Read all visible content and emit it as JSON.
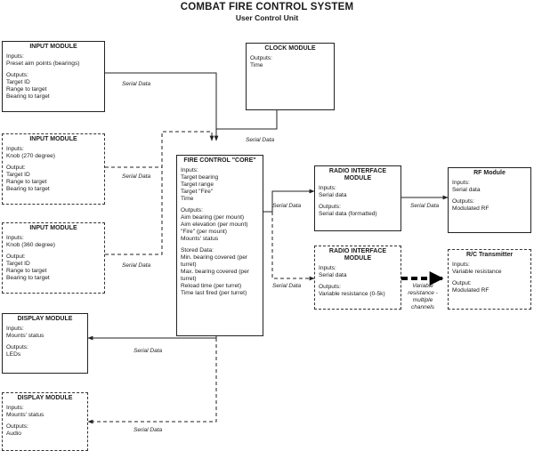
{
  "title": "COMBAT FIRE CONTROL SYSTEM",
  "subtitle": "User Control Unit",
  "modules": {
    "input1": {
      "header": "INPUT MODULE",
      "sections": [
        [
          "Inputs:",
          "Preset aim points (bearings)"
        ],
        [
          "Outputs:",
          "Target ID",
          "Range to target",
          "Bearing to target"
        ]
      ]
    },
    "clock": {
      "header": "CLOCK MODULE",
      "sections": [
        [
          "Outputs:",
          "Time"
        ]
      ]
    },
    "input2": {
      "header": "INPUT MODULE",
      "sections": [
        [
          "Inputs:",
          "Knob (270 degree)"
        ],
        [
          "Output:",
          "Target ID",
          "Range to target",
          "Bearing to target"
        ]
      ]
    },
    "fire_control": {
      "header": "FIRE CONTROL \"CORE\"",
      "sections": [
        [
          "Inputs:",
          "Target bearing",
          "Target range",
          "Target \"Fire\"",
          "Time"
        ],
        [
          "Outputs:",
          "Aim bearing (per mount)",
          "Aim elevation (per mount)",
          "\"Fire\" (per mount)",
          "Mounts' status"
        ],
        [
          "Stored Data:",
          "Min. bearing covered (per turret)",
          "Max. bearing covered (per turret)",
          "Reload time (per turret)",
          "Time last fired (per turret)"
        ]
      ]
    },
    "radio1": {
      "header": "RADIO INTERFACE MODULE",
      "sections": [
        [
          "Inputs:",
          "Serial data"
        ],
        [
          "Outputs:",
          "Serial data (formatted)"
        ]
      ]
    },
    "rf": {
      "header": "RF Module",
      "sections": [
        [
          "Inputs:",
          "Serial data"
        ],
        [
          "Outputs:",
          "Modulated RF"
        ]
      ]
    },
    "input3": {
      "header": "INPUT MODULE",
      "sections": [
        [
          "Inputs:",
          "Knob (360 degree)"
        ],
        [
          "Output:",
          "Target ID",
          "Range to target",
          "Bearing to target"
        ]
      ]
    },
    "radio2": {
      "header": "RADIO INTERFACE MODULE",
      "sections": [
        [
          "Inputs:",
          "Serial data"
        ],
        [
          "Outputs:",
          "Variable resistance (0-5k)"
        ]
      ]
    },
    "rc": {
      "header": "R/C Transmitter",
      "sections": [
        [
          "Inputs:",
          "Variable resistance"
        ],
        [
          "Output:",
          "Modulated RF"
        ]
      ]
    },
    "display1": {
      "header": "DISPLAY MODULE",
      "sections": [
        [
          "Inputs:",
          "Mounts' status"
        ],
        [
          "Outputs:",
          "LEDs"
        ]
      ]
    },
    "display2": {
      "header": "DISPLAY MODULE",
      "sections": [
        [
          "Inputs:",
          "Mounts' status"
        ],
        [
          "Outputs:",
          "Audio"
        ]
      ]
    }
  },
  "labels": {
    "serial_data": "Serial Data",
    "variable_resistance": "Variable resistance - multiple channels"
  }
}
